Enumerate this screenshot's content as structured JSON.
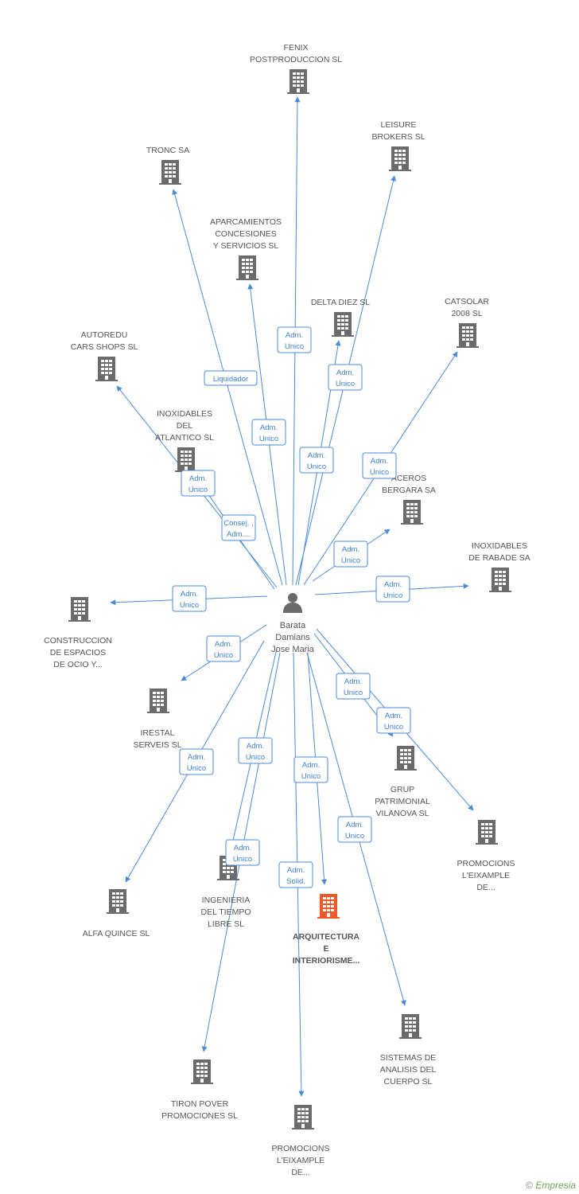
{
  "person": {
    "name_lines": [
      "Barata",
      "Damians",
      "Jose Maria"
    ],
    "icon": "person-icon"
  },
  "colors": {
    "edge": "#4a8ad8",
    "building": "#6b6b6b",
    "building_focus": "#f0582a",
    "label": "#555555"
  },
  "companies": [
    {
      "id": "fenix",
      "lines": [
        "FENIX",
        "POSTPRODUCCION SL"
      ],
      "icon": "building-icon",
      "role": [
        "Adm.",
        "Unico"
      ]
    },
    {
      "id": "leisure",
      "lines": [
        "LEISURE",
        "BROKERS SL"
      ],
      "icon": "building-icon",
      "role": [
        "Adm.",
        "Unico"
      ]
    },
    {
      "id": "tronc",
      "lines": [
        "TRONC SA"
      ],
      "icon": "building-icon",
      "role": [
        "Liquidador"
      ]
    },
    {
      "id": "aparcamientos",
      "lines": [
        "APARCAMIENTOS",
        "CONCESIONES",
        "Y SERVICIOS SL"
      ],
      "icon": "building-icon",
      "role": [
        "Adm.",
        "Unico"
      ]
    },
    {
      "id": "delta",
      "lines": [
        "DELTA DIEZ SL"
      ],
      "icon": "building-icon",
      "role": [
        "Adm.",
        "Unico"
      ]
    },
    {
      "id": "catsolar",
      "lines": [
        "CATSOLAR",
        "2008 SL"
      ],
      "icon": "building-icon",
      "role": [
        "Adm.",
        "Unico"
      ]
    },
    {
      "id": "autoredu",
      "lines": [
        "AUTOREDU",
        "CARS SHOPS SL"
      ],
      "icon": "building-icon",
      "role": [
        "Adm.",
        "Unico"
      ]
    },
    {
      "id": "inoxatlantico",
      "lines": [
        "INOXIDABLES",
        "DEL",
        "ATLANTICO SL"
      ],
      "icon": "building-icon",
      "role": [
        "Consej. ,",
        "Adm...."
      ]
    },
    {
      "id": "aceros",
      "lines": [
        "ACEROS",
        "BERGARA SA"
      ],
      "icon": "building-icon",
      "role": [
        "Adm.",
        "Unico"
      ]
    },
    {
      "id": "inoxrabade",
      "lines": [
        "INOXIDABLES",
        "DE RABADE SA"
      ],
      "icon": "building-icon",
      "role": [
        "Adm.",
        "Unico"
      ]
    },
    {
      "id": "construccion",
      "lines": [
        "CONSTRUCCION",
        "DE ESPACIOS",
        "DE OCIO Y..."
      ],
      "icon": "building-icon",
      "role": [
        "Adm.",
        "Unico"
      ]
    },
    {
      "id": "irestal",
      "lines": [
        "IRESTAL",
        "SERVEIS SL"
      ],
      "icon": "building-icon",
      "role": [
        "Adm.",
        "Unico"
      ]
    },
    {
      "id": "grup",
      "lines": [
        "GRUP",
        "PATRIMONIAL",
        "VILANOVA SL"
      ],
      "icon": "building-icon",
      "role": [
        "Adm.",
        "Unico"
      ]
    },
    {
      "id": "promeix1",
      "lines": [
        "PROMOCIONS",
        "L'EIXAMPLE",
        "DE..."
      ],
      "icon": "building-icon",
      "role": [
        "Adm.",
        "Unico"
      ]
    },
    {
      "id": "alfa",
      "lines": [
        "ALFA QUINCE SL"
      ],
      "icon": "building-icon",
      "role": [
        "Adm.",
        "Unico"
      ]
    },
    {
      "id": "ingenieria",
      "lines": [
        "INGENIERIA",
        "DEL TIEMPO",
        "LIBRE SL"
      ],
      "icon": "building-icon",
      "role": [
        "Adm.",
        "Unico"
      ]
    },
    {
      "id": "arquitectura",
      "lines": [
        "ARQUITECTURA",
        "E",
        "INTERIORISME..."
      ],
      "icon": "building-icon",
      "focus": true,
      "role": [
        "Adm.",
        "Unico"
      ]
    },
    {
      "id": "sistemas",
      "lines": [
        "SISTEMAS DE",
        "ANALISIS DEL",
        "CUERPO SL"
      ],
      "icon": "building-icon",
      "role": [
        "Adm.",
        "Unico"
      ]
    },
    {
      "id": "tiron",
      "lines": [
        "TIRON POVER",
        "PROMOCIONES SL"
      ],
      "icon": "building-icon",
      "role": [
        "Adm.",
        "Unico"
      ]
    },
    {
      "id": "promeix2",
      "lines": [
        "PROMOCIONS",
        "L'EIXAMPLE",
        "DE..."
      ],
      "icon": "building-icon",
      "role": [
        "Adm.",
        "Solid."
      ]
    }
  ],
  "footer": {
    "copyright": "©",
    "brand": "Empresia"
  }
}
